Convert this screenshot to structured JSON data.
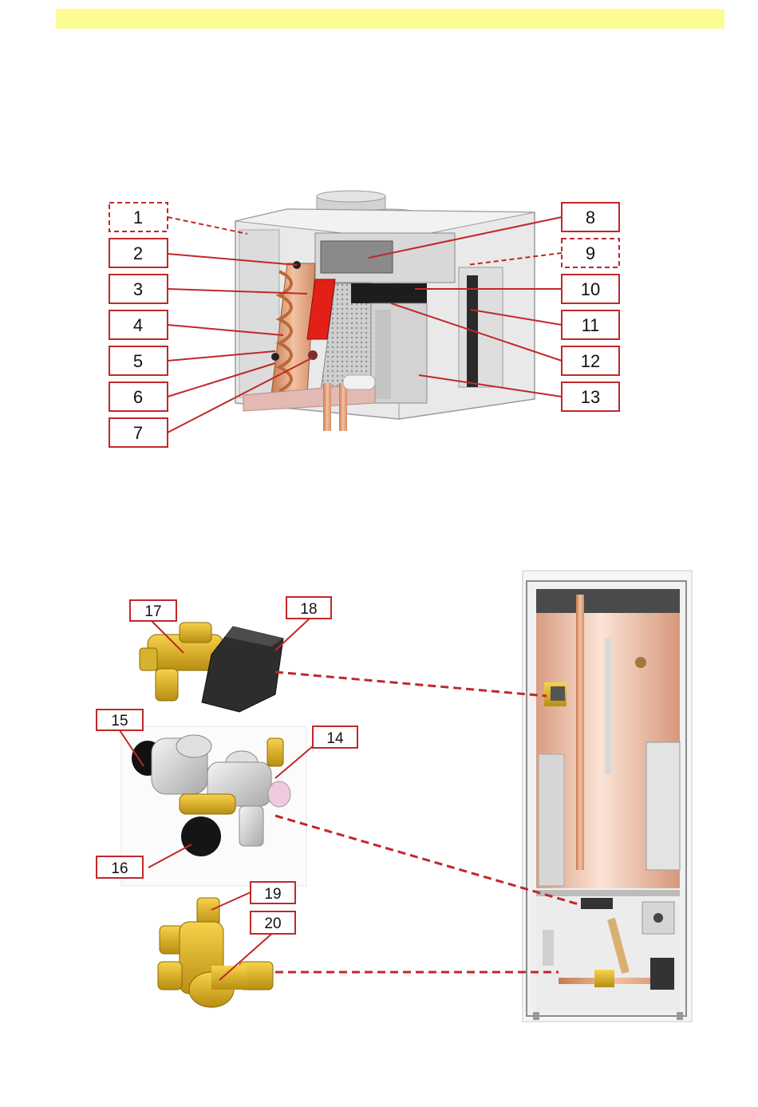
{
  "colors": {
    "banner": "#fcfc94",
    "callout_border": "#c0282a",
    "leader": "#c0282a"
  },
  "top_diagram": {
    "labels": [
      {
        "id": "1",
        "text": "1",
        "style": "dashed"
      },
      {
        "id": "2",
        "text": "2",
        "style": "solid"
      },
      {
        "id": "3",
        "text": "3",
        "style": "solid"
      },
      {
        "id": "4",
        "text": "4",
        "style": "solid"
      },
      {
        "id": "5",
        "text": "5",
        "style": "solid"
      },
      {
        "id": "6",
        "text": "6",
        "style": "solid"
      },
      {
        "id": "7",
        "text": "7",
        "style": "solid"
      },
      {
        "id": "8",
        "text": "8",
        "style": "solid"
      },
      {
        "id": "9",
        "text": "9",
        "style": "dashed"
      },
      {
        "id": "10",
        "text": "10",
        "style": "solid"
      },
      {
        "id": "11",
        "text": "11",
        "style": "solid"
      },
      {
        "id": "12",
        "text": "12",
        "style": "solid"
      },
      {
        "id": "13",
        "text": "13",
        "style": "solid"
      }
    ]
  },
  "bottom_diagram": {
    "labels": [
      {
        "id": "14",
        "text": "14"
      },
      {
        "id": "15",
        "text": "15"
      },
      {
        "id": "16",
        "text": "16"
      },
      {
        "id": "17",
        "text": "17"
      },
      {
        "id": "18",
        "text": "18"
      },
      {
        "id": "19",
        "text": "19"
      },
      {
        "id": "20",
        "text": "20"
      }
    ]
  }
}
